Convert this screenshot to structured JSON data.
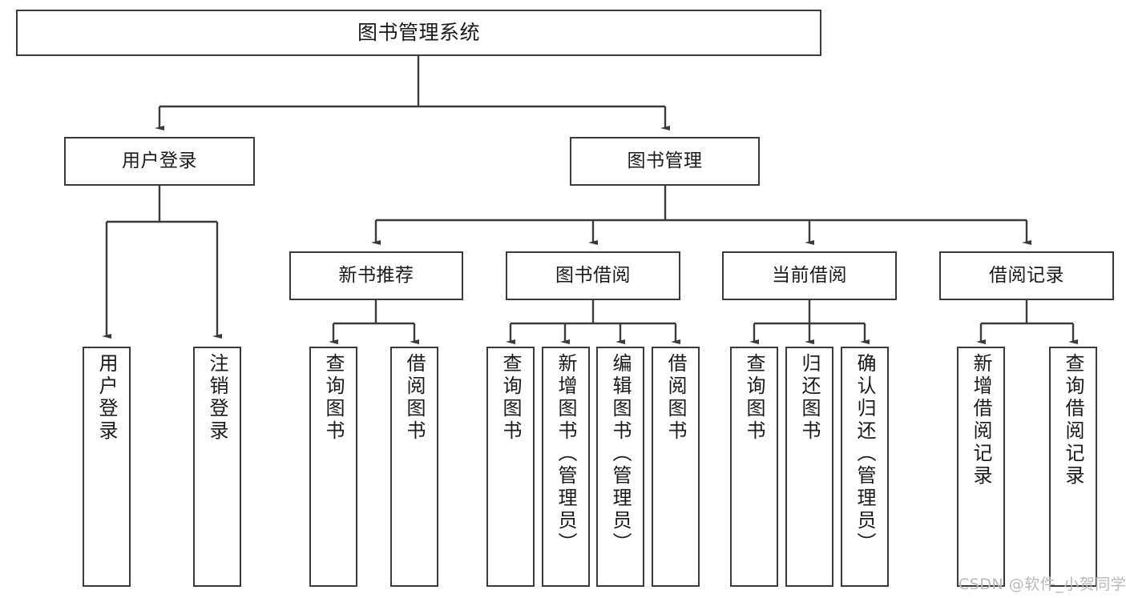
{
  "diagram": {
    "type": "tree-hierarchy",
    "title": "图书管理系统",
    "background_color": "#ffffff",
    "node_border_color": "#3a3a3a",
    "edge_color": "#3a3a3a",
    "root": {
      "id": "root",
      "label": "图书管理系统"
    },
    "level2": [
      {
        "id": "user-login",
        "label": "用户登录"
      },
      {
        "id": "book-management",
        "label": "图书管理"
      }
    ],
    "level3": [
      {
        "id": "new-book-recommend",
        "label": "新书推荐",
        "parent": "book-management"
      },
      {
        "id": "book-borrow",
        "label": "图书借阅",
        "parent": "book-management"
      },
      {
        "id": "current-borrow",
        "label": "当前借阅",
        "parent": "book-management"
      },
      {
        "id": "borrow-record",
        "label": "借阅记录",
        "parent": "book-management"
      }
    ],
    "leaves": [
      {
        "id": "leaf-user-login",
        "label": "用户登录",
        "parent": "user-login"
      },
      {
        "id": "leaf-logout",
        "label": "注销登录",
        "parent": "user-login"
      },
      {
        "id": "leaf-query-book-1",
        "label": "查询图书",
        "parent": "new-book-recommend"
      },
      {
        "id": "leaf-borrow-book-1",
        "label": "借阅图书",
        "parent": "new-book-recommend"
      },
      {
        "id": "leaf-query-book-2",
        "label": "查询图书",
        "parent": "book-borrow"
      },
      {
        "id": "leaf-add-book",
        "label": "新增图书（管理员）",
        "parent": "book-borrow"
      },
      {
        "id": "leaf-edit-book",
        "label": "编辑图书（管理员）",
        "parent": "book-borrow"
      },
      {
        "id": "leaf-borrow-book-2",
        "label": "借阅图书",
        "parent": "book-borrow"
      },
      {
        "id": "leaf-query-book-3",
        "label": "查询图书",
        "parent": "current-borrow"
      },
      {
        "id": "leaf-return-book",
        "label": "归还图书",
        "parent": "current-borrow"
      },
      {
        "id": "leaf-confirm-return",
        "label": "确认归还（管理员）",
        "parent": "current-borrow"
      },
      {
        "id": "leaf-add-record",
        "label": "新增借阅记录",
        "parent": "borrow-record"
      },
      {
        "id": "leaf-query-record",
        "label": "查询借阅记录",
        "parent": "borrow-record"
      }
    ]
  },
  "watermark": {
    "text": "CSDN @软件_小贺同学"
  }
}
